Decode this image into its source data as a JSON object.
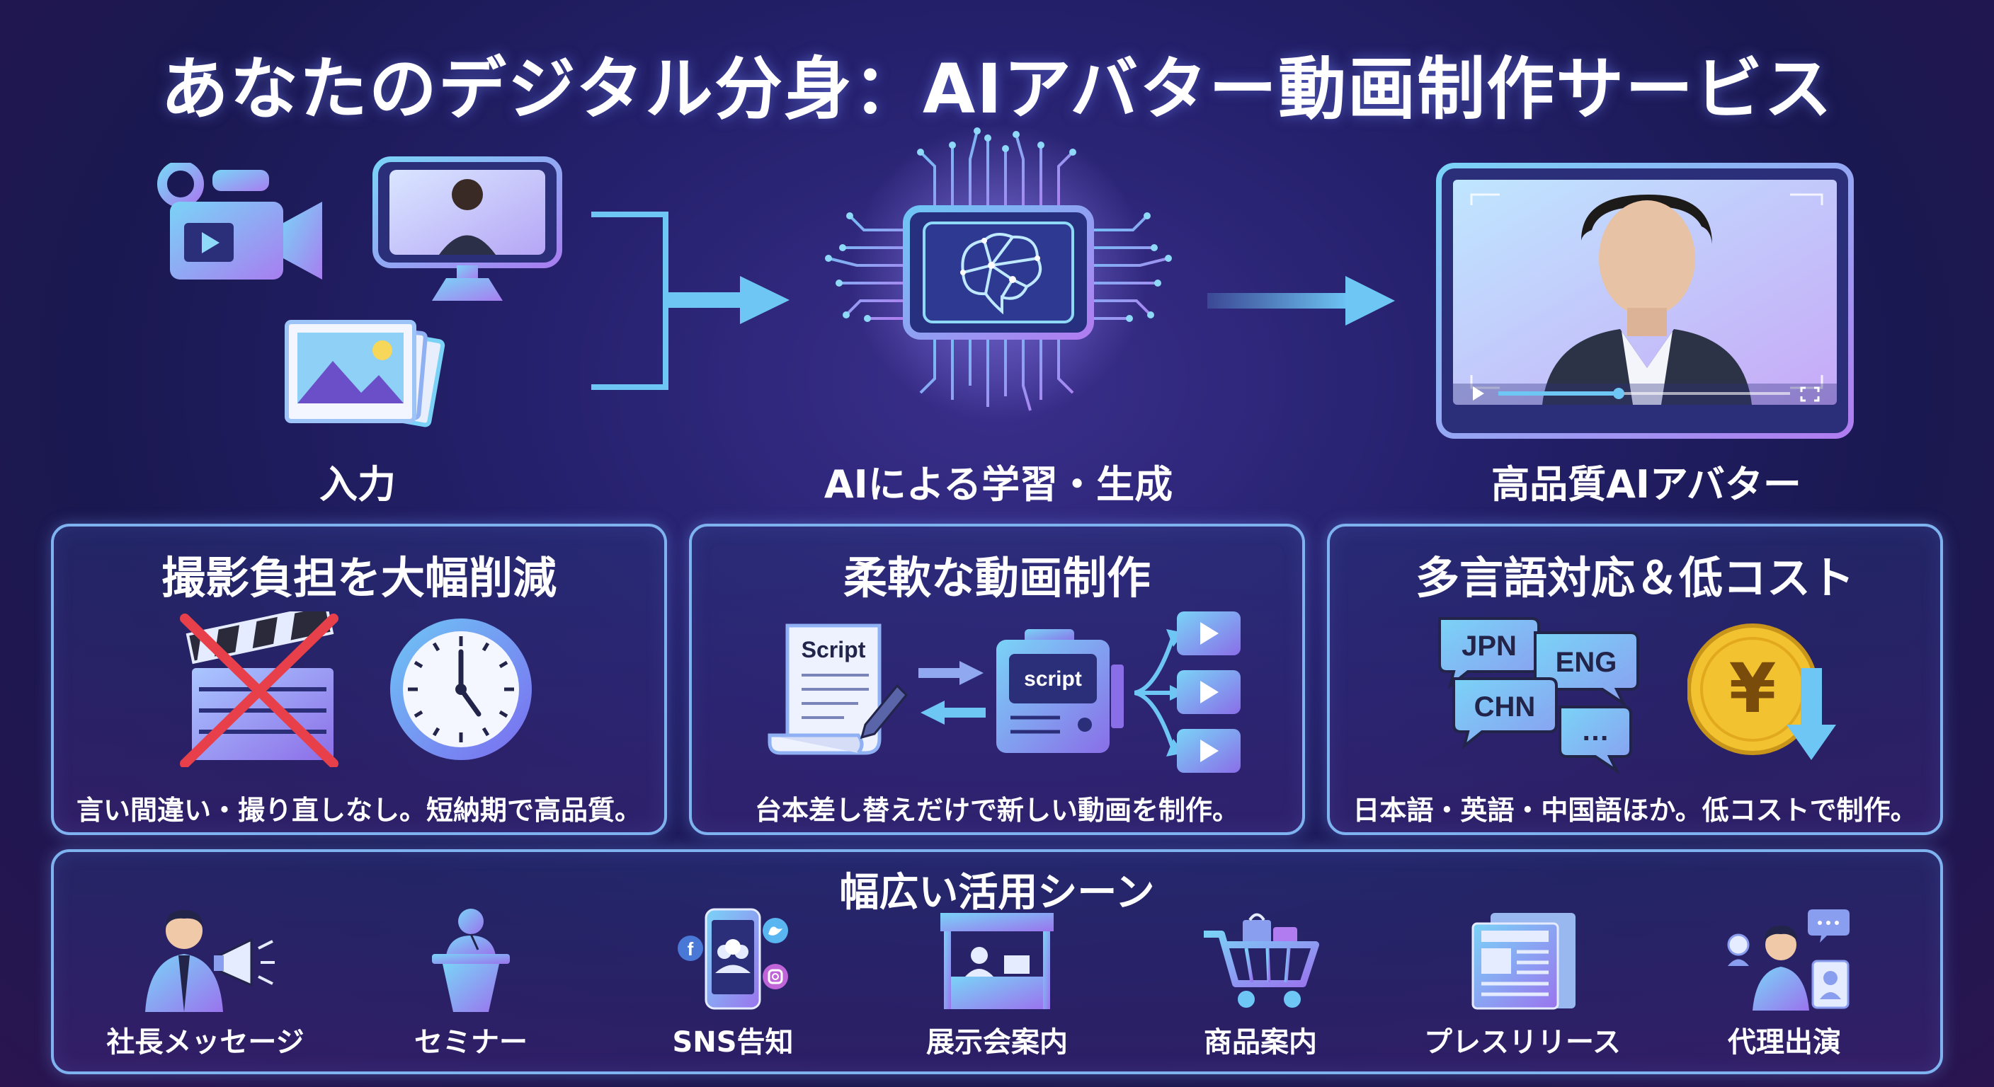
{
  "title": "あなたのデジタル分身：AIアバター動画制作サービス",
  "flow": {
    "input_label": "入力",
    "ai_label": "AIによる学習・生成",
    "output_label": "高品質AIアバター"
  },
  "features": [
    {
      "title": "撮影負担を大幅削減",
      "caption": "言い間違い・撮り直しなし。短納期で高品質。",
      "icons": [
        "crossed-clapperboard-icon",
        "clock-icon"
      ]
    },
    {
      "title": "柔軟な動画制作",
      "caption": "台本差し替えだけで新しい動画を制作。",
      "script_doc_text": "Script",
      "script_machine_text": "script",
      "icons": [
        "script-document-icon",
        "video-generator-icon",
        "video-play-icon"
      ]
    },
    {
      "title": "多言語対応＆低コスト",
      "caption": "日本語・英語・中国語ほか。低コストで制作。",
      "languages": [
        "JPN",
        "ENG",
        "CHN",
        "…"
      ],
      "currency_symbol": "¥",
      "icons": [
        "speech-bubbles-icon",
        "yen-coin-down-icon"
      ]
    }
  ],
  "scenes": {
    "title": "幅広い活用シーン",
    "items": [
      {
        "label": "社長メッセージ",
        "icon": "megaphone-speaker-icon"
      },
      {
        "label": "セミナー",
        "icon": "podium-icon"
      },
      {
        "label": "SNS告知",
        "icon": "smartphone-social-icon"
      },
      {
        "label": "展示会案内",
        "icon": "exhibition-booth-icon"
      },
      {
        "label": "商品案内",
        "icon": "shopping-cart-icon"
      },
      {
        "label": "プレスリリース",
        "icon": "newspaper-icon"
      },
      {
        "label": "代理出演",
        "icon": "avatar-presenter-icon"
      }
    ]
  },
  "colors": {
    "accent_blue": "#6ec6f5",
    "accent_purple": "#b07cf0",
    "panel_border": "#7fb3f0",
    "cross_red": "#e8404a",
    "coin_gold": "#f2c230"
  }
}
